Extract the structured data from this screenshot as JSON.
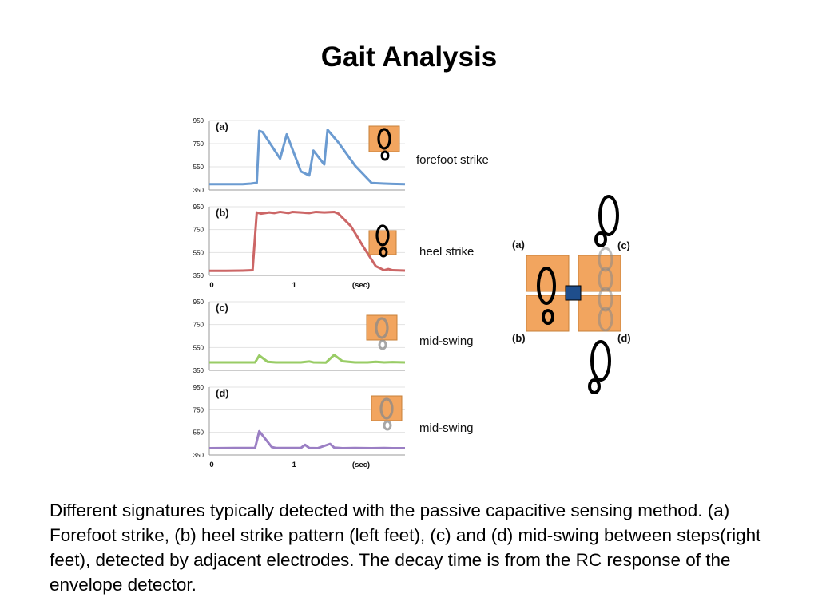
{
  "title": "Gait Analysis",
  "caption": "Different signatures typically detected with the passive capacitive sensing method. (a) Forefoot strike, (b) heel strike pattern (left feet), (c) and (d) mid-swing between steps(right feet), detected by adjacent electrodes. The decay time is from the RC response of the envelope detector.",
  "chart_data": [
    {
      "type": "line",
      "panel": "(a)",
      "annotation": "forefoot  strike",
      "ylim": [
        350,
        950
      ],
      "yticks": [
        "950",
        "750",
        "550",
        "350"
      ],
      "x_range_sec": [
        0,
        2.35
      ],
      "color": "#6b9bd1",
      "series": [
        {
          "x": [
            0,
            0.2,
            0.4,
            0.5,
            0.57,
            0.6,
            0.64,
            0.85,
            0.93,
            1.1,
            1.2,
            1.25,
            1.38,
            1.42,
            1.55,
            1.75,
            1.95,
            2.1,
            2.2,
            2.35
          ],
          "values": [
            400,
            400,
            400,
            405,
            412,
            860,
            850,
            620,
            830,
            510,
            475,
            690,
            570,
            870,
            760,
            560,
            410,
            405,
            403,
            400
          ]
        }
      ]
    },
    {
      "type": "line",
      "panel": "(b)",
      "annotation": "heel strike",
      "ylim": [
        350,
        950
      ],
      "yticks": [
        "950",
        "750",
        "550",
        "350"
      ],
      "xticks": [
        "0",
        "1",
        "(sec)"
      ],
      "x_range_sec": [
        0,
        2.35
      ],
      "color": "#cc6666",
      "series": [
        {
          "x": [
            0,
            0.2,
            0.4,
            0.52,
            0.57,
            0.62,
            0.72,
            0.78,
            0.85,
            0.95,
            1.0,
            1.1,
            1.2,
            1.28,
            1.38,
            1.5,
            1.55,
            1.7,
            1.85,
            2.0,
            2.1,
            2.15,
            2.2,
            2.35
          ],
          "values": [
            390,
            390,
            392,
            395,
            900,
            890,
            900,
            895,
            905,
            895,
            905,
            900,
            895,
            905,
            900,
            905,
            890,
            780,
            600,
            430,
            395,
            405,
            395,
            392
          ]
        }
      ]
    },
    {
      "type": "line",
      "panel": "(c)",
      "annotation": "mid-swing",
      "ylim": [
        350,
        950
      ],
      "yticks": [
        "950",
        "750",
        "550",
        "350"
      ],
      "x_range_sec": [
        0,
        2.35
      ],
      "color": "#99cc66",
      "series": [
        {
          "x": [
            0,
            0.3,
            0.55,
            0.6,
            0.7,
            0.8,
            1.1,
            1.2,
            1.25,
            1.4,
            1.5,
            1.6,
            1.75,
            1.9,
            2.0,
            2.1,
            2.2,
            2.35
          ],
          "values": [
            420,
            420,
            420,
            480,
            425,
            420,
            420,
            428,
            420,
            418,
            485,
            430,
            420,
            420,
            425,
            420,
            422,
            420
          ]
        }
      ]
    },
    {
      "type": "line",
      "panel": "(d)",
      "annotation": "mid-swing",
      "ylim": [
        350,
        950
      ],
      "yticks": [
        "950",
        "750",
        "550",
        "350"
      ],
      "xticks": [
        "0",
        "1",
        "(sec)"
      ],
      "x_range_sec": [
        0,
        2.35
      ],
      "color": "#9b7fc4",
      "series": [
        {
          "x": [
            0,
            0.3,
            0.55,
            0.6,
            0.75,
            0.8,
            1.1,
            1.15,
            1.2,
            1.3,
            1.45,
            1.5,
            1.6,
            1.75,
            1.95,
            2.1,
            2.2,
            2.35
          ],
          "values": [
            410,
            412,
            412,
            560,
            420,
            412,
            412,
            440,
            412,
            410,
            448,
            415,
            410,
            412,
            410,
            412,
            410,
            410
          ]
        }
      ]
    }
  ],
  "diagram": {
    "labels": [
      "(a)",
      "(b)",
      "(c)",
      "(d)"
    ],
    "pad_color": "#f2a55f",
    "pad_border": "#c7803a",
    "sensor_color": "#1f4e8c"
  }
}
